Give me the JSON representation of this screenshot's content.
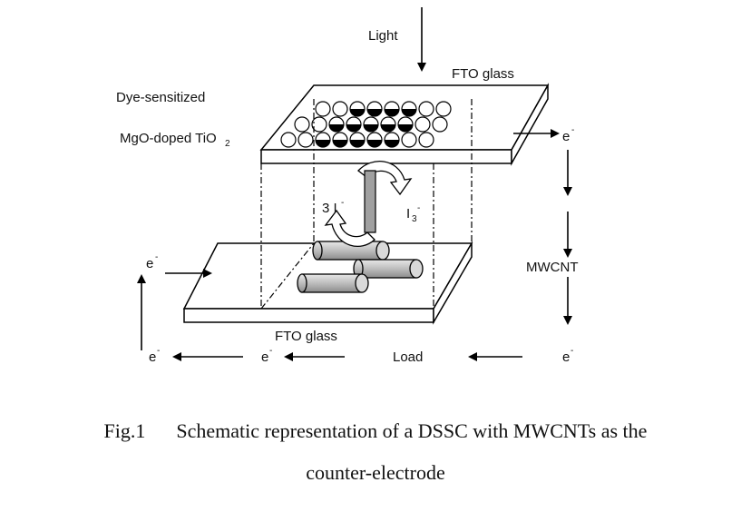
{
  "labels": {
    "light": "Light",
    "fto_top": "FTO glass",
    "dye": "Dye-sensitized",
    "mgo": "MgO-doped TiO",
    "mgo_sub": "2",
    "e_right": "e",
    "iodide": "3 I",
    "iodide_sup": "-",
    "triiodide": "I",
    "triiodide_sub": "3",
    "triiodide_sup": "-",
    "e_left": "e",
    "mwcnt": "MWCNT",
    "fto_bottom": "FTO glass",
    "e_bottom_left": "e",
    "e_bottom_mid": "e",
    "load": "Load",
    "e_bottom_right": "e",
    "e_sup": "-"
  },
  "caption": {
    "label": "Fig.1",
    "line1": "Schematic representation of a DSSC with MWCNTs as the",
    "line2": "counter-electrode"
  }
}
